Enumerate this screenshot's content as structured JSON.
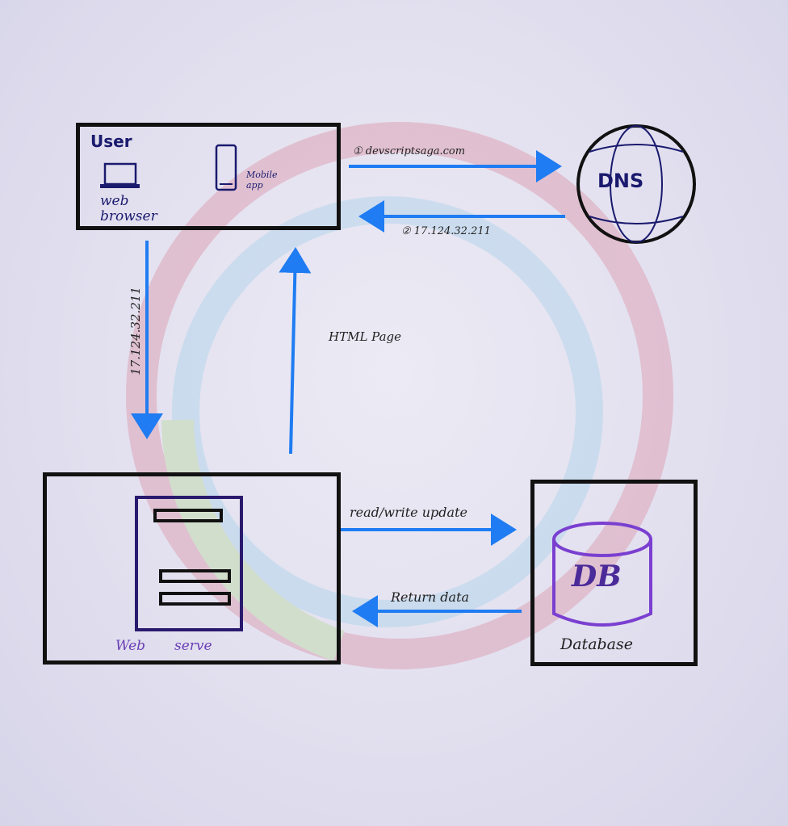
{
  "user": {
    "title": "User",
    "web_browser": "web browser",
    "mobile_app": "Mobile app"
  },
  "dns": {
    "label": "DNS",
    "request": "① devscriptsaga.com",
    "response": "② 17.124.32.211"
  },
  "flow": {
    "ip_to_server": "17.124.32.211",
    "html_page": "HTML Page",
    "read_write": "read/write update",
    "return_data": "Return data"
  },
  "server": {
    "web": "Web",
    "serve": "serve"
  },
  "database": {
    "label": "Database",
    "cylinder_text": "DB"
  },
  "colors": {
    "arrow": "#1f7cf2",
    "box_border": "#111111",
    "db_cylinder": "#7a3fd0",
    "server_rack": "#2a1a6e"
  }
}
